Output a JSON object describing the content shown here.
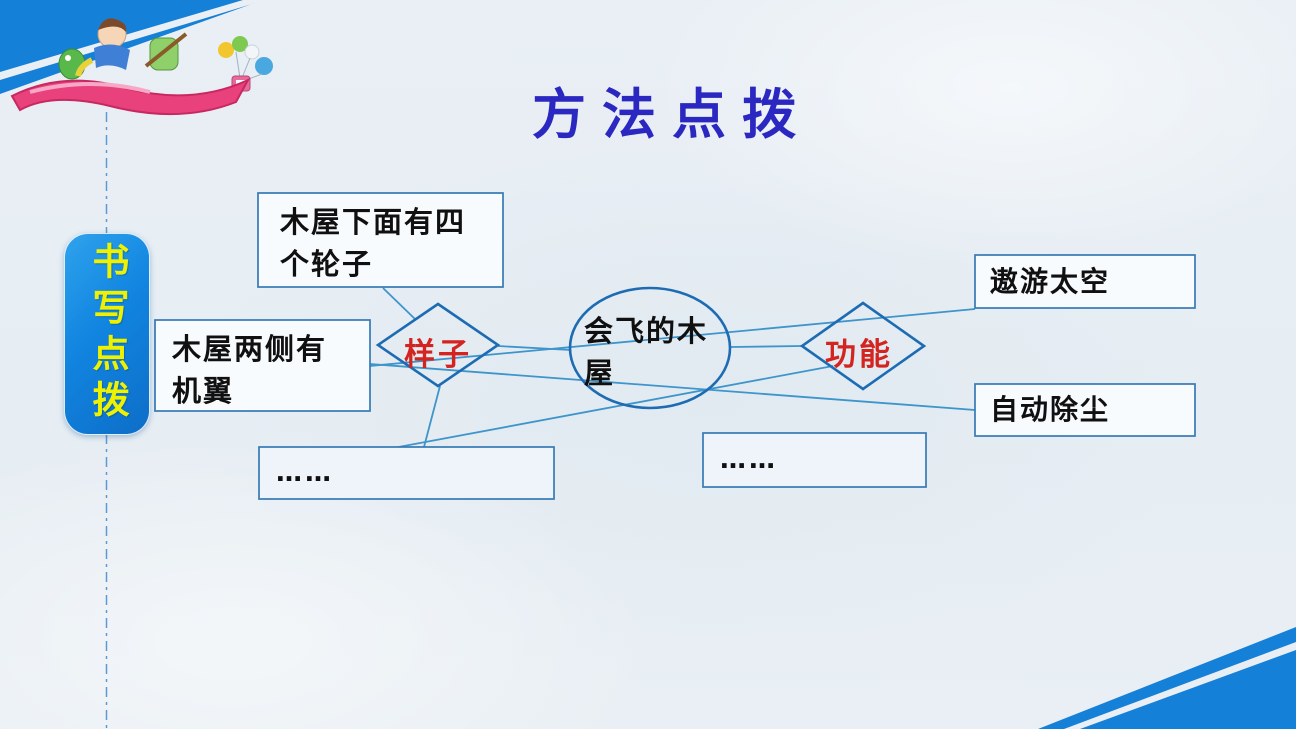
{
  "title": "方法点拨",
  "sidebar_badge": {
    "label": "书写点拨"
  },
  "diagram": {
    "center_label": "会飞的木屋",
    "appearance": {
      "label": "样子",
      "item1": "木屋下面有四个轮子",
      "item2": "木屋两侧有机翼",
      "item3": "……"
    },
    "function": {
      "label": "功能",
      "item1": "遨游太空",
      "item2": "自动除尘",
      "item3": "……"
    }
  },
  "colors": {
    "title_blue": "#2a28c0",
    "label_red": "#d42420",
    "connector_blue": "#3e95cb",
    "shape_stroke_blue": "#1d6cb3",
    "box_stroke_blue": "#3579b5",
    "badge_blue": "#1185e0",
    "badge_yellow": "#eef200",
    "corner_band_blue": "#1580d8",
    "background": "#e9eff4"
  },
  "illustration": {
    "name": "boy-on-flying-carpet"
  }
}
